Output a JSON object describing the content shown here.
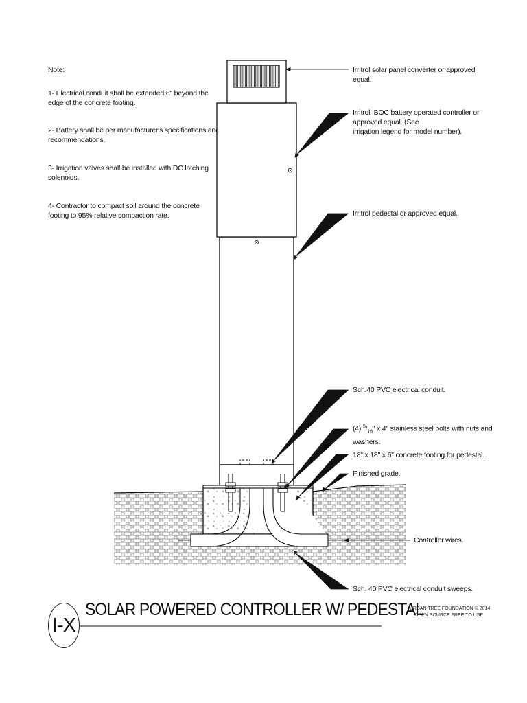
{
  "notes": {
    "heading": "Note:",
    "items": [
      [
        "1- Electrical conduit shall be extended 6\" beyond the",
        "edge of the concrete footing."
      ],
      [
        "2- Battery shall be per manufacturer's specifications and",
        "recommendations."
      ],
      [
        "3- Irrigation valves shall be installed with DC latching",
        "solenoids."
      ],
      [
        "4- Contractor to compact soil around the concrete",
        "footing to 95% relative compaction rate."
      ]
    ]
  },
  "callouts": {
    "solar_panel": [
      "Irritrol solar panel converter or approved",
      "equal."
    ],
    "controller": [
      "Irritrol IBOC battery operated controller or",
      "approved equal. (See",
      "irrigation legend for model number)."
    ],
    "pedestal": "Irritrol pedestal or approved equal.",
    "conduit": "Sch.40 PVC electrical conduit.",
    "bolts_prefix": "(4) ",
    "bolts_frac_num": "5",
    "bolts_frac_den": "16",
    "bolts_rest": "\" x 4\" stainless steel bolts with nuts and",
    "bolts_line2": "washers.",
    "footing": "18\" x 18\" x 6\" concrete footing for pedestal.",
    "grade": "Finished grade.",
    "wires": "Controller wires.",
    "sweeps": "Sch. 40 PVC electrical conduit sweeps."
  },
  "title_block": {
    "tag": "I-X",
    "title": "SOLAR POWERED CONTROLLER W/ PEDESTAL",
    "credit_line1": "URBAN TREE FOUNDATION © 2014",
    "credit_line2": "OPEN SOURCE FREE TO USE"
  }
}
